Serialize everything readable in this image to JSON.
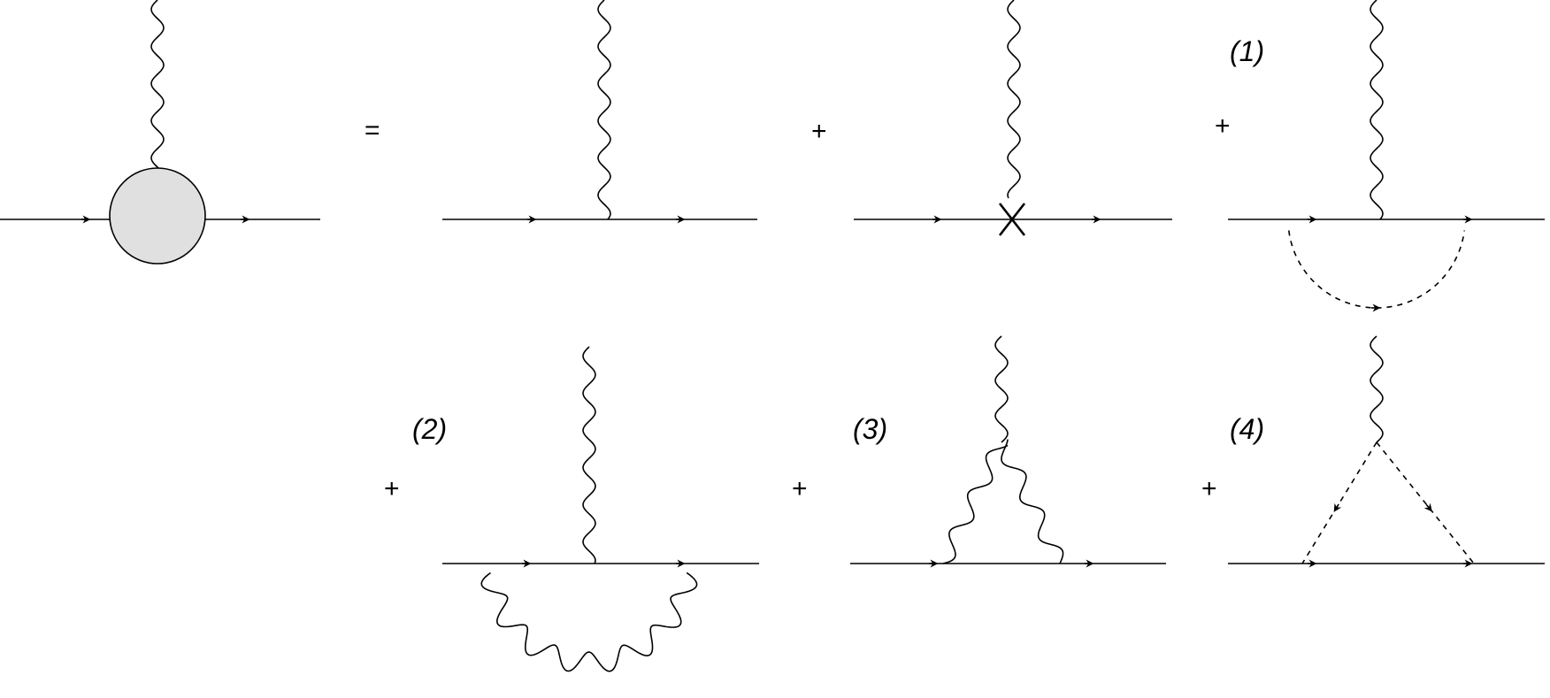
{
  "operators": {
    "equals": "=",
    "plus": "+"
  },
  "diagram_labels": {
    "d1": "(1)",
    "d2": "(2)",
    "d3": "(3)",
    "d4": "(4)"
  },
  "colors": {
    "line": "#000000",
    "blob_fill": "#e0e0e0",
    "background": "#ffffff"
  }
}
